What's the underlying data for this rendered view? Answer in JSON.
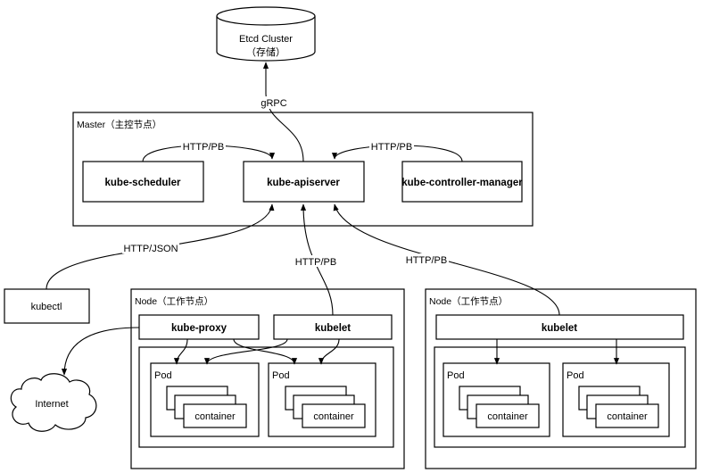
{
  "etcd": {
    "title": "Etcd Cluster",
    "subtitle": "（存储）"
  },
  "master": {
    "title": "Master（主控节点）",
    "scheduler": "kube-scheduler",
    "apiserver": "kube-apiserver",
    "controller": "kube-controller-manager"
  },
  "kubectl": "kubectl",
  "internet": "Internet",
  "node1": {
    "title": "Node（工作节点）",
    "proxy": "kube-proxy",
    "kubelet": "kubelet",
    "pods": [
      {
        "label": "Pod",
        "container": "container"
      },
      {
        "label": "Pod",
        "container": "container"
      }
    ]
  },
  "node2": {
    "title": "Node（工作节点）",
    "kubelet": "kubelet",
    "pods": [
      {
        "label": "Pod",
        "container": "container"
      },
      {
        "label": "Pod",
        "container": "container"
      }
    ]
  },
  "edges": {
    "grpc": "gRPC",
    "sched_api": "HTTP/PB",
    "ctrl_api": "HTTP/PB",
    "kubectl_api": "HTTP/JSON",
    "kubelet1_api": "HTTP/PB",
    "kubelet2_api": "HTTP/PB"
  }
}
